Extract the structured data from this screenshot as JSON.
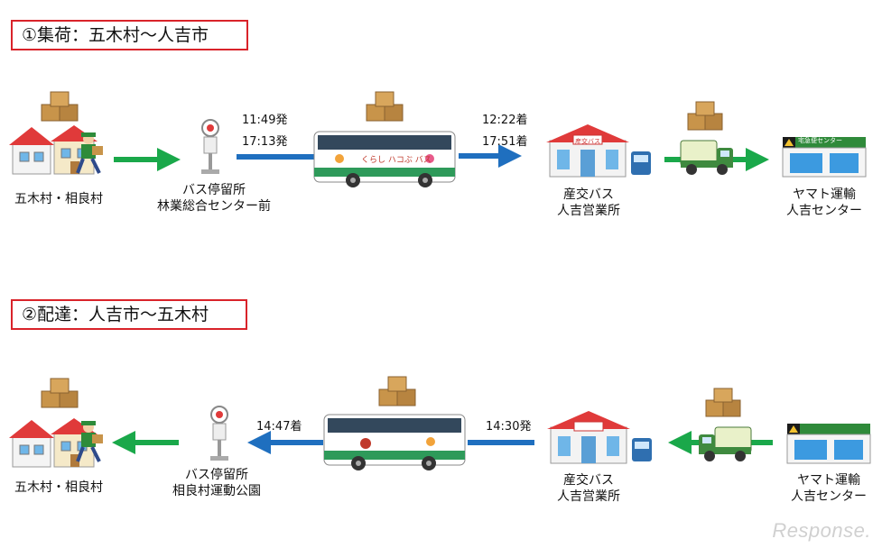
{
  "section1": {
    "title": "①集荷：五木村～人吉市",
    "origin_label": "五木村・相良村",
    "stop_label_line1": "バス停留所",
    "stop_label_line2": "林業総合センター前",
    "depart_time_1": "11:49発",
    "depart_time_2": "17:13発",
    "arrive_time_1": "12:22着",
    "arrive_time_2": "17:51着",
    "office_label_line1": "産交バス",
    "office_label_line2": "人吉営業所",
    "center_label_line1": "ヤマト運輸",
    "center_label_line2": "人吉センター"
  },
  "section2": {
    "title": "②配達：人吉市～五木村",
    "origin_label": "五木村・相良村",
    "stop_label_line1": "バス停留所",
    "stop_label_line2": "相良村運動公園",
    "arrive_time": "14:47着",
    "depart_time": "14:30発",
    "office_label_line1": "産交バス",
    "office_label_line2": "人吉営業所",
    "center_label_line1": "ヤマト運輸",
    "center_label_line2": "人吉センター"
  },
  "bus_sign_text": "くらし ハコぶ バス",
  "office_sign_text": "産交バス",
  "center_sign_text": "宅急便センター",
  "watermark": "Response.",
  "colors": {
    "green_arrow": "#1aa84a",
    "blue_arrow": "#1f6fbf",
    "title_border": "#d9232a",
    "box": "#c8944a"
  }
}
